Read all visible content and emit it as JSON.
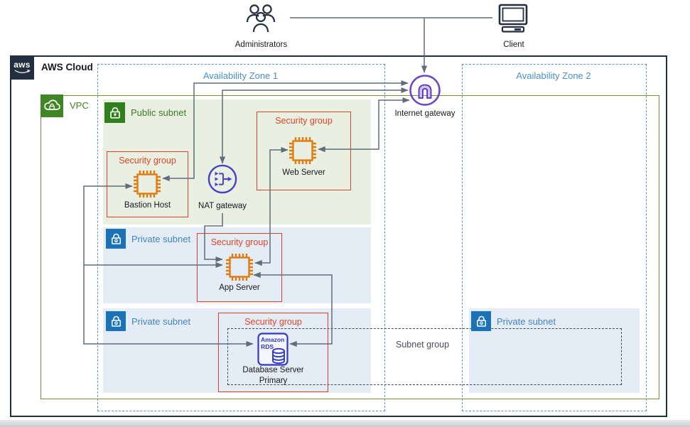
{
  "actors": {
    "administrators": {
      "label": "Administrators"
    },
    "client": {
      "label": "Client"
    }
  },
  "aws_cloud": {
    "label": "AWS Cloud",
    "logo_text": "aws"
  },
  "availability_zones": [
    {
      "label": "Availability Zone 1"
    },
    {
      "label": "Availability Zone 2"
    }
  ],
  "vpc": {
    "label": "VPC"
  },
  "subnets": {
    "public": {
      "label": "Public subnet"
    },
    "private_app": {
      "label": "Private subnet"
    },
    "private_db": {
      "label": "Private subnet"
    },
    "private_az2": {
      "label": "Private subnet"
    }
  },
  "gateways": {
    "internet": {
      "label": "Internet gateway"
    },
    "nat": {
      "label": "NAT gateway"
    }
  },
  "security_groups": {
    "bastion": {
      "label": "Security group",
      "resource": "Bastion Host"
    },
    "web": {
      "label": "Security group",
      "resource": "Web Server"
    },
    "app": {
      "label": "Security group",
      "resource": "App Server"
    },
    "database": {
      "label": "Security group",
      "resource_line1": "Database Server",
      "resource_line2": "Primary"
    }
  },
  "subnet_group": {
    "label": "Subnet group"
  },
  "rds_badge": {
    "line1": "Amazon",
    "line2": "RDS"
  },
  "colors": {
    "aws_border": "#232f3e",
    "az_blue": "#5b95cf",
    "vpc_olive": "#7d8b3a",
    "subnet_green": "#3f8624",
    "subnet_blue": "#1a73b8",
    "security_red": "#e04428",
    "ec2_orange": "#e07b12",
    "rds_blue": "#3039c6",
    "igw_purple": "#6b46c8",
    "nat_indigo": "#4442c6",
    "connector_gray": "#5f6d7a"
  }
}
